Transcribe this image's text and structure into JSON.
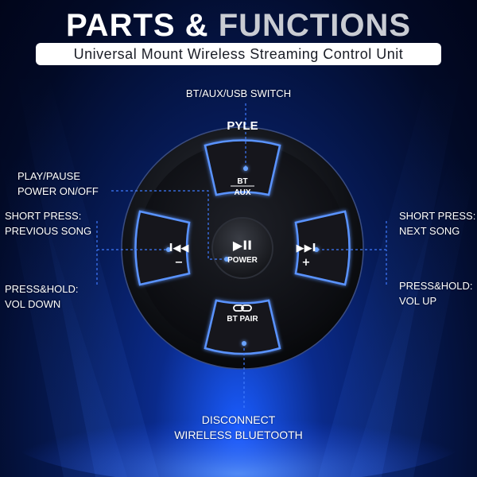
{
  "title": {
    "part1": "PARTS & ",
    "part2": "FUNCTIONS"
  },
  "subtitle": "Universal Mount Wireless Streaming Control Unit",
  "device": {
    "brand": "PYLE",
    "top_button": {
      "line1": "BT",
      "line2": "AUX"
    },
    "center_button": {
      "symbol": "▶II",
      "label": "POWER"
    },
    "left_button": {
      "symbol": "I◀◀",
      "sign": "−"
    },
    "right_button": {
      "symbol": "▶▶I",
      "sign": "+"
    },
    "bottom_button": {
      "label": "BT PAIR",
      "icon": "link-icon"
    }
  },
  "callouts": {
    "top": "BT/AUX/USB SWITCH",
    "play_line1": "PLAY/PAUSE",
    "play_line2": "POWER ON/OFF",
    "prev_line1": "SHORT PRESS:",
    "prev_line2": "PREVIOUS SONG",
    "voldown_line1": "PRESS&HOLD:",
    "voldown_line2": "VOL DOWN",
    "next_line1": "SHORT PRESS:",
    "next_line2": "NEXT SONG",
    "volup_line1": "PRESS&HOLD:",
    "volup_line2": "VOL UP",
    "bottom_line1": "DISCONNECT",
    "bottom_line2": "WIRELESS BLUETOOTH"
  },
  "colors": {
    "accent_glow": "#4f8dff",
    "body_dark": "#0d0f14",
    "leader_line": "#3f7bff"
  }
}
